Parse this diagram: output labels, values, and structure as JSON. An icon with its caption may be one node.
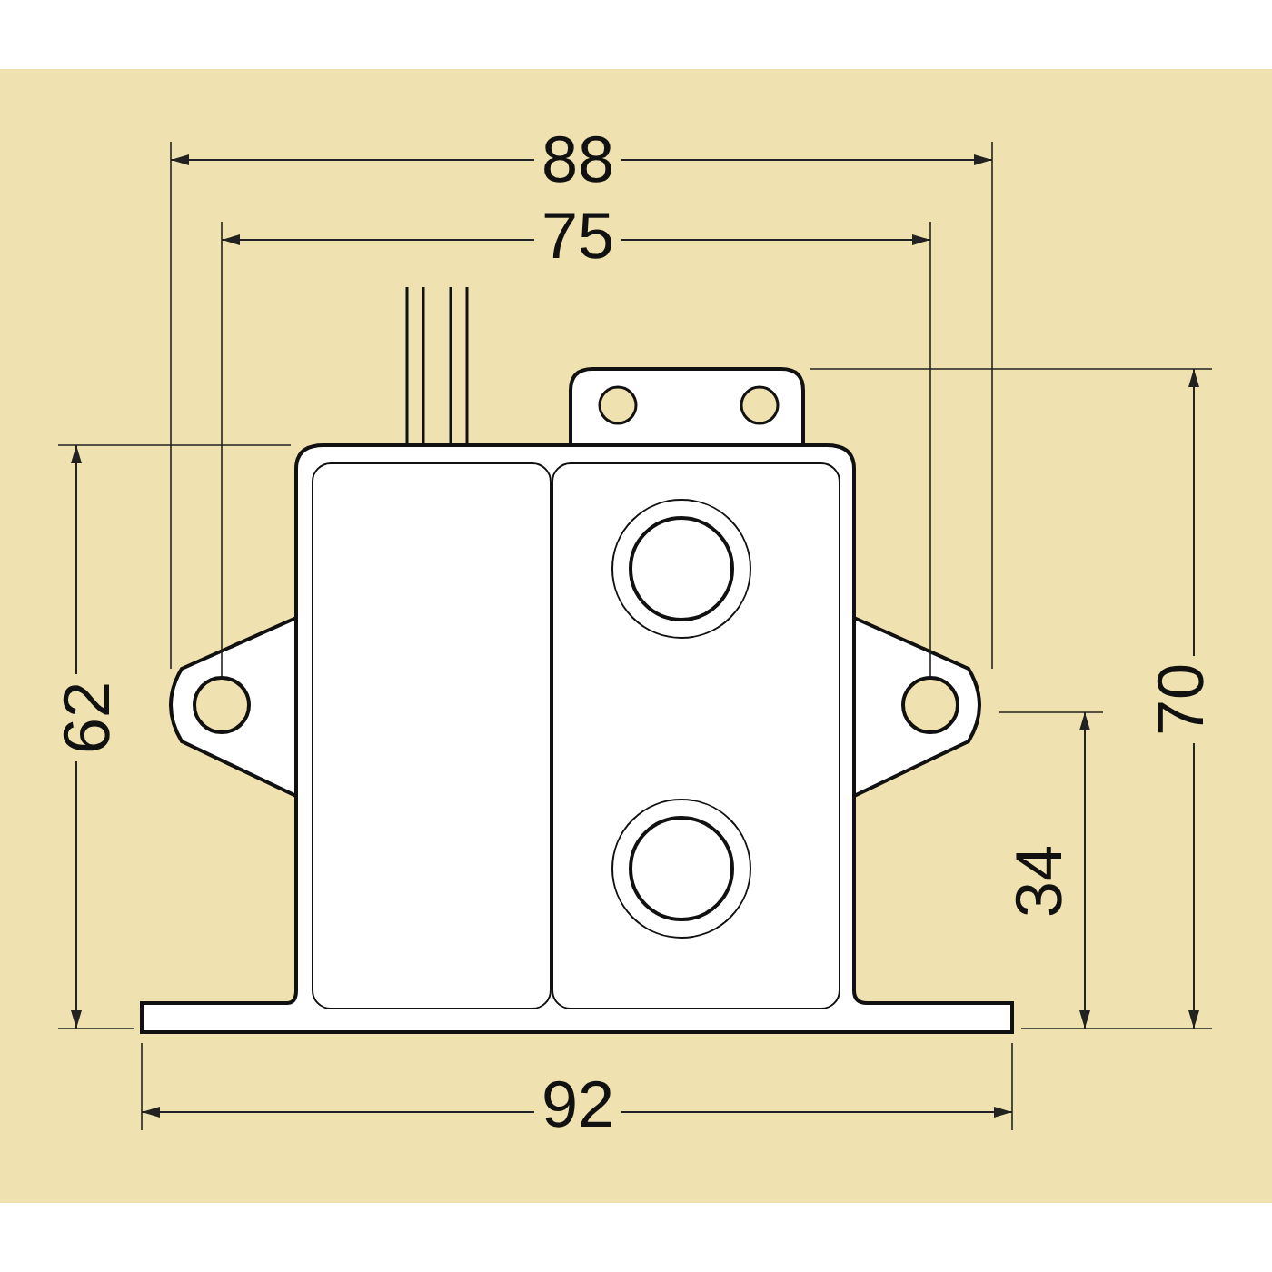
{
  "diagram": {
    "labels": [
      "88",
      "75",
      "62",
      "70",
      "34",
      "92"
    ]
  }
}
